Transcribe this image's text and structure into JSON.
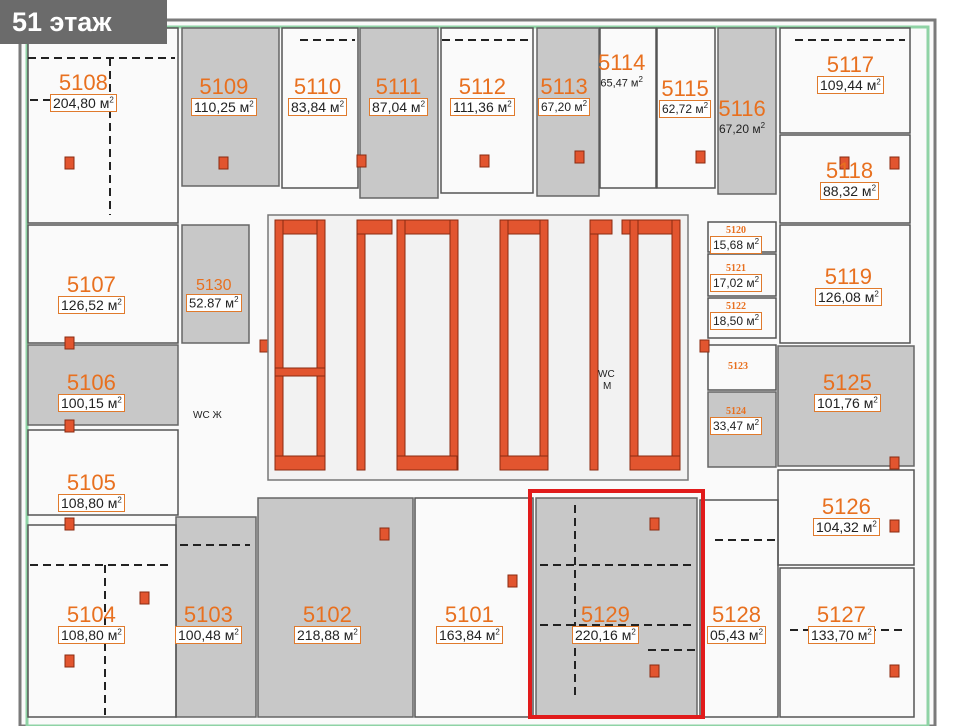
{
  "floor_label": "51 этаж",
  "unit": "м",
  "rooms": [
    {
      "num": "5108",
      "area": "204,80 м"
    },
    {
      "num": "5109",
      "area": "110,25 м"
    },
    {
      "num": "5110",
      "area": "83,84 м"
    },
    {
      "num": "5111",
      "area": "87,04 м"
    },
    {
      "num": "5112",
      "area": "111,36 м"
    },
    {
      "num": "5113",
      "area": "67,20 м"
    },
    {
      "num": "5114",
      "area": "65,47 м"
    },
    {
      "num": "5115",
      "area": "62,72 м"
    },
    {
      "num": "5116",
      "area": "67,20 м"
    },
    {
      "num": "5117",
      "area": "109,44 м"
    },
    {
      "num": "5118",
      "area": "88,32 м"
    },
    {
      "num": "5120",
      "area": "15,68 м"
    },
    {
      "num": "5121",
      "area": "17,02 м"
    },
    {
      "num": "5122",
      "area": "18,50 м"
    },
    {
      "num": "5119",
      "area": "126,08 м"
    },
    {
      "num": "5107",
      "area": "126,52 м"
    },
    {
      "num": "5130",
      "area": "52.87 м"
    },
    {
      "num": "5106",
      "area": "100,15 м"
    },
    {
      "num": "5123",
      "area": ""
    },
    {
      "num": "5124",
      "area": "33,47 м"
    },
    {
      "num": "5125",
      "area": "101,76 м"
    },
    {
      "num": "5105",
      "area": "108,80 м"
    },
    {
      "num": "5126",
      "area": "104,32 м"
    },
    {
      "num": "5104",
      "area": "108,80 м"
    },
    {
      "num": "5103",
      "area": "100,48 м"
    },
    {
      "num": "5102",
      "area": "218,88 м"
    },
    {
      "num": "5101",
      "area": "163,84 м"
    },
    {
      "num": "5129",
      "area": "220,16 м"
    },
    {
      "num": "5128",
      "area": "05,43 м"
    },
    {
      "num": "5127",
      "area": "133,70 м"
    }
  ],
  "wc_labels": {
    "women": "WC Ж",
    "men_top": "WC",
    "men_bottom": "М"
  },
  "colors": {
    "room_gray": "#c8c8c8",
    "wall_green": "#8fd3a5",
    "core_orange": "#e2552f",
    "highlight_red": "#e11b1b",
    "label_orange": "#e8701f"
  }
}
